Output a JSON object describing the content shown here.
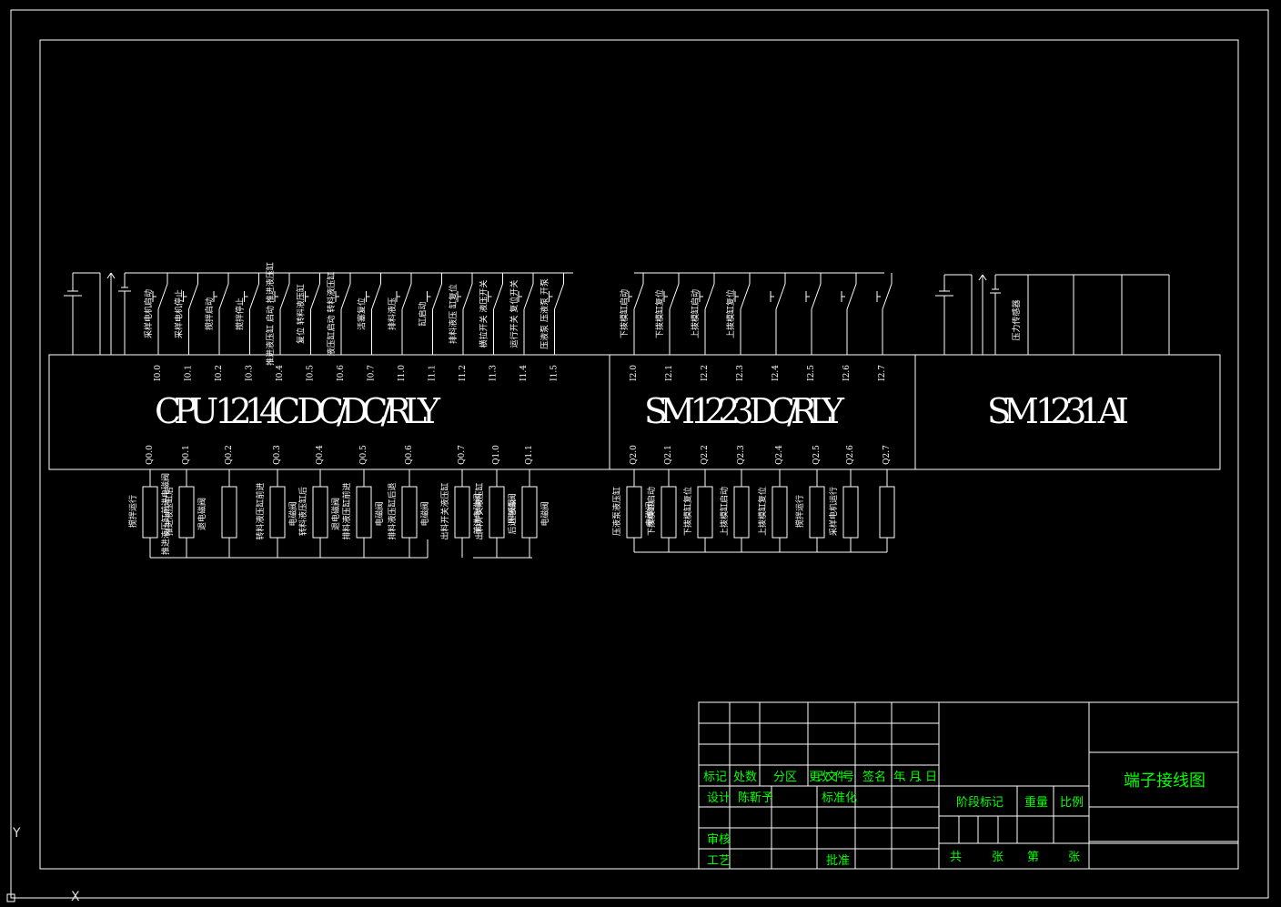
{
  "modules": {
    "cpu": "CPU 1214C DC/DC/RLY",
    "sm1223": "SM 1223 DC/RLY",
    "sm1231": "SM 1231 AI"
  },
  "cpu_inputs": [
    {
      "addr": "I0.0",
      "label": "采样电机启动"
    },
    {
      "addr": "I0.1",
      "label": "采样电机停止"
    },
    {
      "addr": "I0.2",
      "label": "搅拌启动"
    },
    {
      "addr": "I0.3",
      "label": "搅拌停止"
    },
    {
      "addr": "I0.4",
      "label": "推进液压缸 启动 推进液压缸"
    },
    {
      "addr": "I0.5",
      "label": "复位 转料液压缸"
    },
    {
      "addr": "I0.6",
      "label": "液压缸启动 转料液压缸"
    },
    {
      "addr": "I0.7",
      "label": "活塞复位"
    },
    {
      "addr": "I1.0",
      "label": "排料液压"
    },
    {
      "addr": "I1.1",
      "label": "缸启动"
    },
    {
      "addr": "I1.2",
      "label": "排料液压 缸复位"
    },
    {
      "addr": "I1.3",
      "label": "横拉开关 液压开关"
    },
    {
      "addr": "I1.4",
      "label": "运行开关 复位开关"
    },
    {
      "addr": "I1.5",
      "label": "压液泵 压液泵 开泵"
    }
  ],
  "sm_inputs": [
    {
      "addr": "I2.0",
      "label": "下拨模缸启动"
    },
    {
      "addr": "I2.1",
      "label": "下拨模缸复位"
    },
    {
      "addr": "I2.2",
      "label": "上拨模缸启动"
    },
    {
      "addr": "I2.3",
      "label": "上拨模缸复位"
    },
    {
      "addr": "I2.4",
      "label": ""
    },
    {
      "addr": "I2.5",
      "label": ""
    },
    {
      "addr": "I2.6",
      "label": ""
    },
    {
      "addr": "I2.7",
      "label": ""
    }
  ],
  "ai_inputs": [
    {
      "label": "压力传感器"
    }
  ],
  "cpu_outputs": [
    {
      "addr": "Q0.0",
      "label_a": "搅拌运行",
      "label_b": "推进液压缸前进电磁阀"
    },
    {
      "addr": "Q0.1",
      "label_a": "推进液压缸后",
      "label_b": "退电磁阀"
    },
    {
      "addr": "Q0.2",
      "label_a": "",
      "label_b": ""
    },
    {
      "addr": "Q0.3",
      "label_a": "转料液压缸前进",
      "label_b": "电磁阀"
    },
    {
      "addr": "Q0.4",
      "label_a": "转料液压缸后",
      "label_b": "退电磁阀"
    },
    {
      "addr": "Q0.5",
      "label_a": "排料液压缸前进",
      "label_b": "电磁阀"
    },
    {
      "addr": "Q0.6",
      "label_a": "排料液压缸后退",
      "label_b": "电磁阀"
    },
    {
      "addr": "Q0.7",
      "label_a": "出料开关液压缸",
      "label_b": "前进电磁阀"
    },
    {
      "addr": "Q1.0",
      "label_a": "出料开关液压缸",
      "label_b": "后退电磁阀"
    },
    {
      "addr": "Q1.1",
      "label_a": "压液泵",
      "label_b": "电磁阀"
    }
  ],
  "sm_outputs": [
    {
      "addr": "Q2.0",
      "label_a": "压液泵液压缸",
      "label_b": "电磁阀"
    },
    {
      "addr": "Q2.1",
      "label_a": "下拨模缸启动",
      "label_b": ""
    },
    {
      "addr": "Q2.2",
      "label_a": "下拨模缸复位",
      "label_b": ""
    },
    {
      "addr": "Q2.3",
      "label_a": "上拨模缸启动",
      "label_b": ""
    },
    {
      "addr": "Q2.4",
      "label_a": "上拨模缸复位",
      "label_b": ""
    },
    {
      "addr": "Q2.5",
      "label_a": "搅拌运行",
      "label_b": ""
    },
    {
      "addr": "Q2.6",
      "label_a": "采样电机运行",
      "label_b": ""
    },
    {
      "addr": "Q2.7",
      "label_a": "",
      "label_b": ""
    }
  ],
  "title_block": {
    "headers": [
      "标记",
      "处数",
      "分区",
      "更改文件号",
      "签名",
      "年、月、日"
    ],
    "design": "设计",
    "designer": "陈靳予",
    "standardize": "标准化",
    "review": "审核",
    "process": "工艺",
    "approve": "批准",
    "stage_mark": "阶段标记",
    "weight": "重量",
    "scale": "比例",
    "sheets_total": "共",
    "sheets_unit1": "张",
    "sheet_no": "第",
    "sheets_unit2": "张",
    "drawing_title": "端子接线图"
  },
  "ucs": {
    "x": "X",
    "y": "Y"
  }
}
